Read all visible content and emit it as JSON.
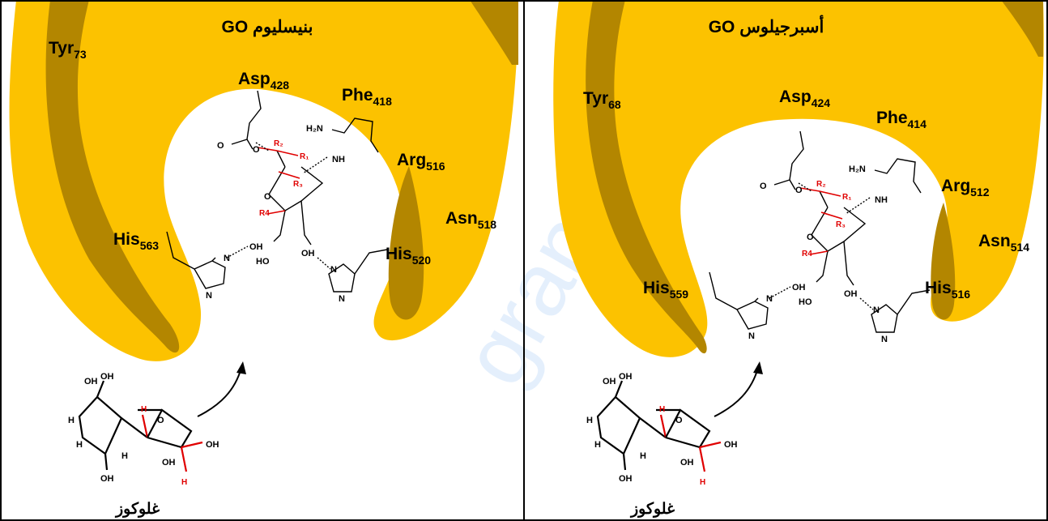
{
  "panels": [
    {
      "title": "GO بنيسليوم",
      "residues": [
        {
          "name": "Tyr",
          "num": "73"
        },
        {
          "name": "Asp",
          "num": "428"
        },
        {
          "name": "Phe",
          "num": "418"
        },
        {
          "name": "Arg",
          "num": "516"
        },
        {
          "name": "Asn",
          "num": "518"
        },
        {
          "name": "His",
          "num": "563"
        },
        {
          "name": "His",
          "num": "520"
        }
      ],
      "substrate_label": "غلوكوز"
    },
    {
      "title": "GO أسبرجيلوس",
      "residues": [
        {
          "name": "Tyr",
          "num": "68"
        },
        {
          "name": "Asp",
          "num": "424"
        },
        {
          "name": "Phe",
          "num": "414"
        },
        {
          "name": "Arg",
          "num": "512"
        },
        {
          "name": "Asn",
          "num": "514"
        },
        {
          "name": "His",
          "num": "559"
        },
        {
          "name": "His",
          "num": "516"
        }
      ],
      "substrate_label": "غلوكوز"
    }
  ],
  "atoms": {
    "O": "O",
    "OH": "OH",
    "HO": "HO",
    "H": "H",
    "N": "N",
    "NH": "NH",
    "H2N": "H₂N",
    "R1": "R₁",
    "R2": "R₂",
    "R3": "R₃",
    "R4": "R4"
  },
  "watermark": "grandprof.net",
  "colors": {
    "enzyme": "#fcc200",
    "enzyme_dark": "#b38600",
    "highlight": "#e00000",
    "border": "#000000"
  }
}
